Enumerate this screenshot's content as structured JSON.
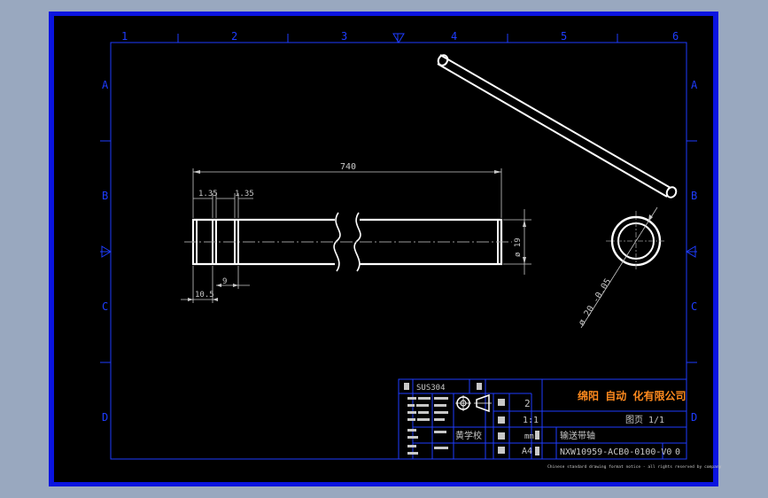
{
  "colors": {
    "outer_bg": "#99a8bf",
    "viewport_border": "#0a14e0",
    "sheet_bg": "#000000",
    "frame": "#1e3cff",
    "geometry": "#ffffff",
    "dim": "#c8c8c8",
    "titleblock_text": "#c8c8c8",
    "company_orange": "#ff8a1e",
    "centerline": "#9a9a9a"
  },
  "zone_columns": [
    "1",
    "2",
    "3",
    "4",
    "5",
    "6"
  ],
  "zone_rows": [
    "A",
    "B",
    "C",
    "D"
  ],
  "dimensions": {
    "overall_length": "740",
    "groove_left": "1.35",
    "groove_right": "1.35",
    "end_offset": "10.5",
    "groove_spacing": "9",
    "diameter": "ø 19",
    "section_diameter": "ø 20 -0.05"
  },
  "title_block": {
    "material": "SUS304",
    "quantity": "2",
    "scale": "1:1",
    "unit": "mm",
    "paper_size": "A4",
    "designer": "黄学校",
    "company": "绵阳    自动    化有限公司",
    "sheet_info": "图页  1/1",
    "part_name": "输送带轴",
    "drawing_number": "NXW10959-ACB0-0100-V0",
    "revision": "0",
    "footer_note": "Chinese standard drawing format notice - all rights reserved by company"
  }
}
